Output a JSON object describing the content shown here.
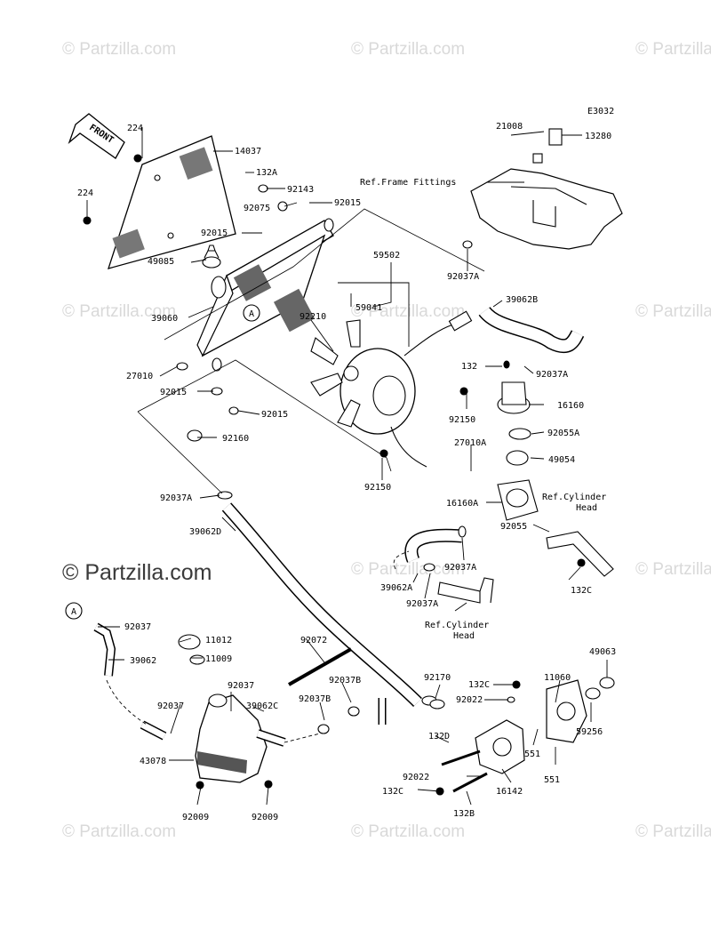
{
  "watermark": "© Partzilla.com",
  "diagram_code": "E3032",
  "front_label": "FRONT",
  "callout_a": "A",
  "refs": {
    "frame_fittings": "Ref.Frame Fittings",
    "cylinder_head_1_line1": "Ref.Cylinder",
    "cylinder_head_1_line2": "Head",
    "cylinder_head_2_line1": "Ref.Cylinder",
    "cylinder_head_2_line2": "Head"
  },
  "parts": [
    "224",
    "14037",
    "132A",
    "224",
    "92143",
    "92075",
    "92015",
    "92015",
    "49085",
    "59502",
    "59041",
    "92210",
    "39060",
    "27010",
    "92015",
    "92015",
    "92160",
    "92150",
    "92150",
    "21008",
    "13280",
    "92037A",
    "39062B",
    "132",
    "92037A",
    "16160",
    "92055A",
    "27010A",
    "49054",
    "16160A",
    "92055",
    "39062A",
    "92037A",
    "92037A",
    "132C",
    "92037A",
    "39062D",
    "92037",
    "39062",
    "11012",
    "11009",
    "92072",
    "92037",
    "92037B",
    "39062C",
    "92037B",
    "92037",
    "43078",
    "92009",
    "92009",
    "92170",
    "92022",
    "132C",
    "11060",
    "49063",
    "59256",
    "132D",
    "551",
    "551",
    "92022",
    "16142",
    "132C",
    "132B"
  ]
}
